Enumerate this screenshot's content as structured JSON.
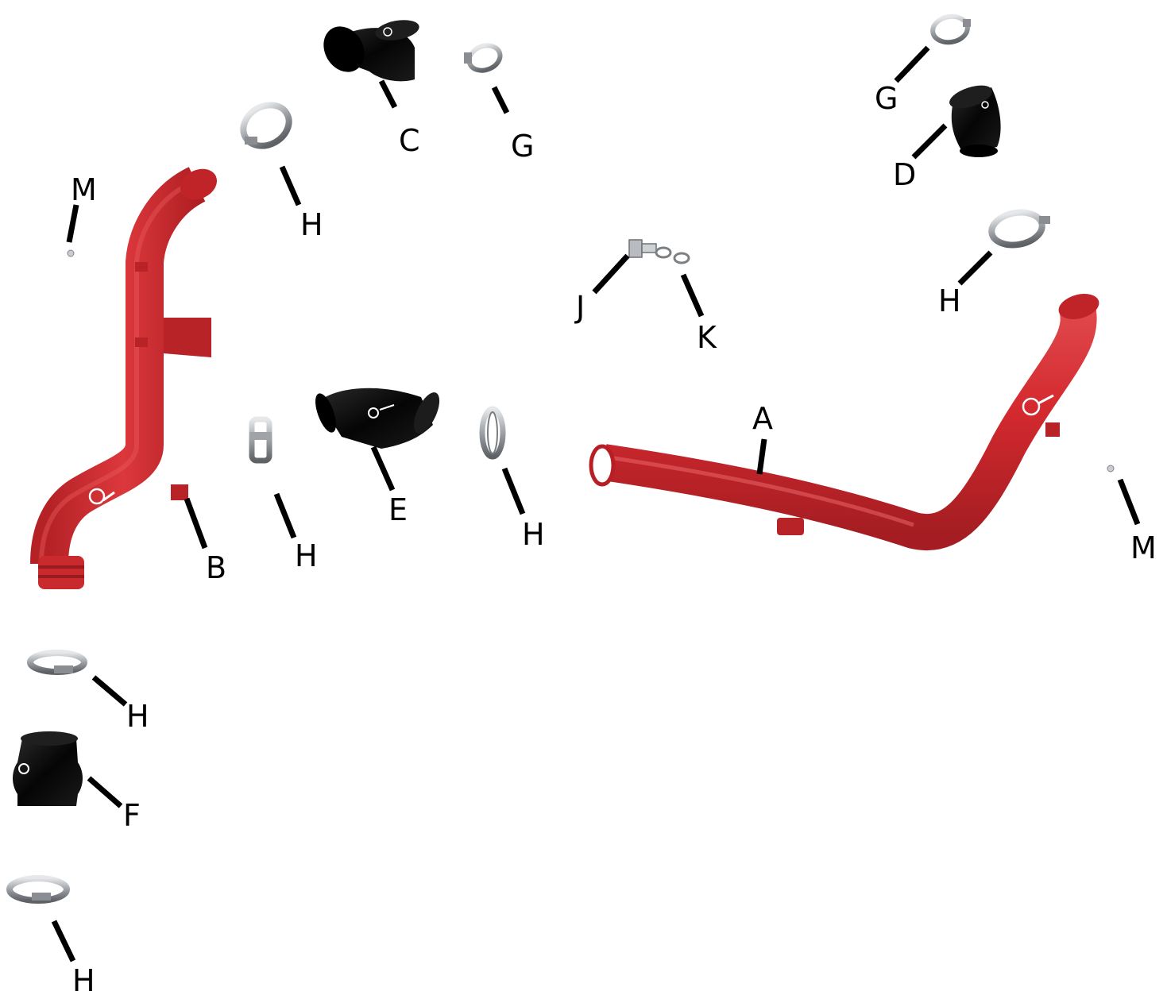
{
  "colors": {
    "pipe_red": "#d42a2f",
    "pipe_red_dark": "#a51d22",
    "pipe_red_light": "#e8585b",
    "coupler_black": "#0a0a0a",
    "clamp_steel": "#a9adb1",
    "logo_white": "#ffffff"
  },
  "parts": [
    {
      "id": "A",
      "name": "intercooler-cold-side-tube",
      "label": "A"
    },
    {
      "id": "B",
      "name": "intercooler-hot-side-tube",
      "label": "B"
    },
    {
      "id": "C",
      "name": "90-degree-coupler",
      "label": "C"
    },
    {
      "id": "D",
      "name": "straight-reducer-coupler",
      "label": "D"
    },
    {
      "id": "E",
      "name": "45-degree-coupler",
      "label": "E"
    },
    {
      "id": "F",
      "name": "hump-coupler",
      "label": "F"
    },
    {
      "id": "G",
      "name": "small-hose-clamp",
      "label": "G"
    },
    {
      "id": "H",
      "name": "large-hose-clamp",
      "label": "H"
    },
    {
      "id": "J",
      "name": "bolt",
      "label": "J"
    },
    {
      "id": "K",
      "name": "washer",
      "label": "K"
    },
    {
      "id": "M",
      "name": "sensor-plug",
      "label": "M"
    }
  ],
  "callouts": [
    {
      "part": "M",
      "text": "M"
    },
    {
      "part": "H",
      "text": "H"
    },
    {
      "part": "C",
      "text": "C"
    },
    {
      "part": "G",
      "text": "G"
    },
    {
      "part": "G",
      "text": "G"
    },
    {
      "part": "D",
      "text": "D"
    },
    {
      "part": "H",
      "text": "H"
    },
    {
      "part": "J",
      "text": "J"
    },
    {
      "part": "K",
      "text": "K"
    },
    {
      "part": "A",
      "text": "A"
    },
    {
      "part": "H",
      "text": "H"
    },
    {
      "part": "E",
      "text": "E"
    },
    {
      "part": "H",
      "text": "H"
    },
    {
      "part": "B",
      "text": "B"
    },
    {
      "part": "M",
      "text": "M"
    },
    {
      "part": "H",
      "text": "H"
    },
    {
      "part": "F",
      "text": "F"
    },
    {
      "part": "H",
      "text": "H"
    }
  ]
}
